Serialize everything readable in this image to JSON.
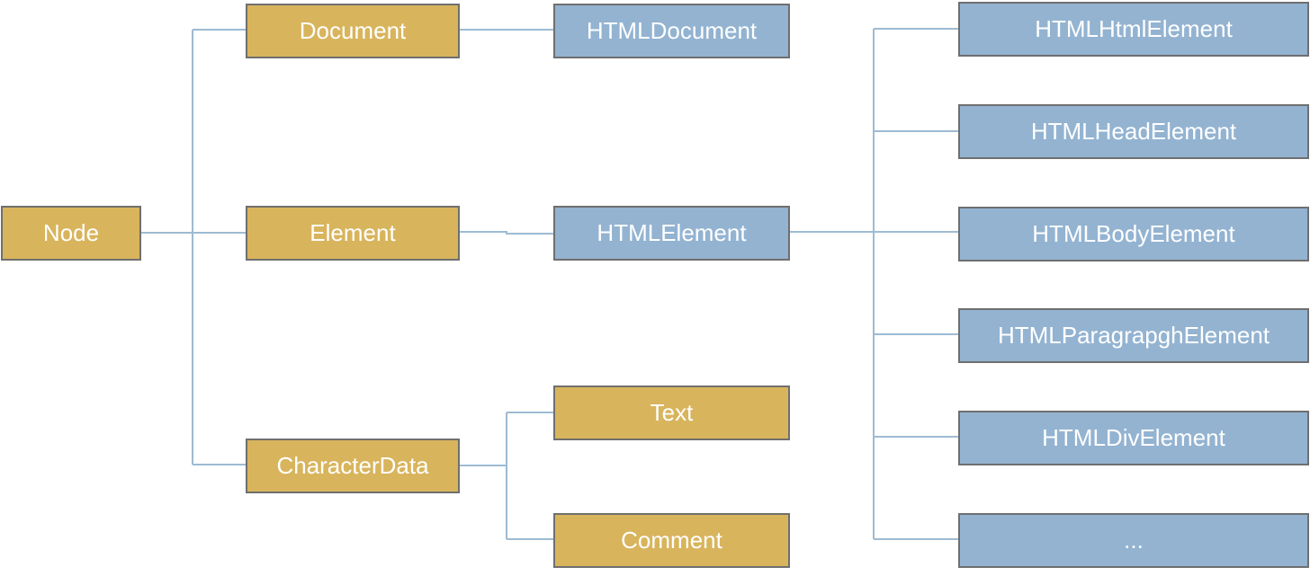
{
  "colors": {
    "base_node": "#d8b45c",
    "html_node": "#93b3d1",
    "connector": "#9dbbd3",
    "border": "#6f6f6f",
    "text": "#ffffff"
  },
  "nodes": {
    "node": "Node",
    "document": "Document",
    "element": "Element",
    "character_data": "CharacterData",
    "html_document": "HTMLDocument",
    "html_element": "HTMLElement",
    "text": "Text",
    "comment": "Comment",
    "html_html_element": "HTMLHtmlElement",
    "html_head_element": "HTMLHeadElement",
    "html_body_element": "HTMLBodyElement",
    "html_paragraph_element": "HTMLParagrapghElement",
    "html_div_element": "HTMLDivElement",
    "more": "..."
  }
}
